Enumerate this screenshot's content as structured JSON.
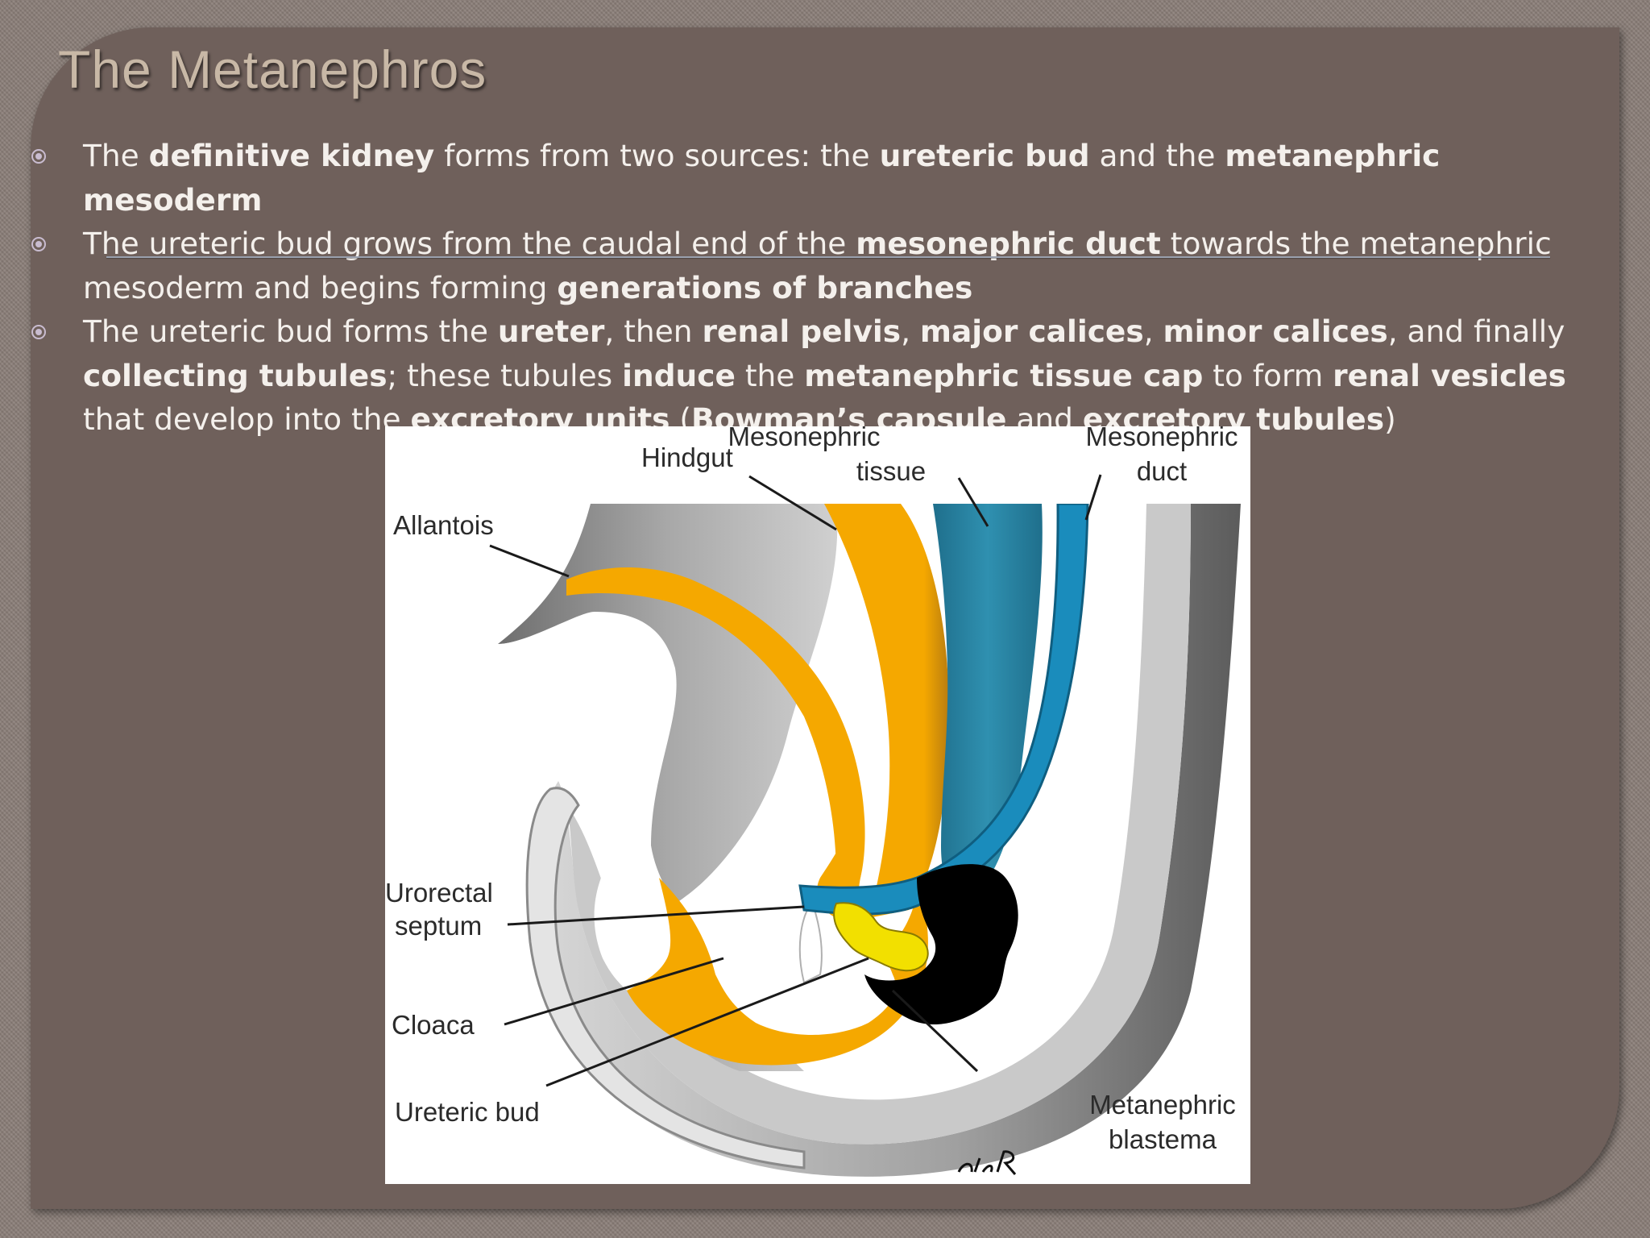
{
  "slide": {
    "title": "The Metanephros"
  },
  "bullets": [
    [
      {
        "t": "The ",
        "b": false
      },
      {
        "t": "definitive kidney",
        "b": true
      },
      {
        "t": " forms from two sources: the ",
        "b": false
      },
      {
        "t": "ureteric bud",
        "b": true
      },
      {
        "t": " and the ",
        "b": false
      },
      {
        "t": "metanephric mesoderm",
        "b": true
      }
    ],
    [
      {
        "t": "The ureteric bud grows from the caudal end of the ",
        "b": false
      },
      {
        "t": "mesonephric duct",
        "b": true
      },
      {
        "t": " towards the metanephric mesoderm and begins forming ",
        "b": false
      },
      {
        "t": "generations of branches",
        "b": true
      }
    ],
    [
      {
        "t": "The ureteric bud forms the ",
        "b": false
      },
      {
        "t": "ureter",
        "b": true
      },
      {
        "t": ", then ",
        "b": false
      },
      {
        "t": "renal pelvis",
        "b": true
      },
      {
        "t": ", ",
        "b": false
      },
      {
        "t": "major calices",
        "b": true
      },
      {
        "t": ", ",
        "b": false
      },
      {
        "t": "minor calices",
        "b": true
      },
      {
        "t": ", and finally ",
        "b": false
      },
      {
        "t": "collecting tubules",
        "b": true
      },
      {
        "t": "; these tubules ",
        "b": false
      },
      {
        "t": "induce",
        "b": true
      },
      {
        "t": " the ",
        "b": false
      },
      {
        "t": "metanephric tissue cap",
        "b": true
      },
      {
        "t": " to form ",
        "b": false
      },
      {
        "t": "renal vesicles",
        "b": true
      },
      {
        "t": " that develop into the ",
        "b": false
      },
      {
        "t": "excretory units",
        "b": true
      },
      {
        "t": " (",
        "b": false
      },
      {
        "t": "Bowman’s capsule",
        "b": true
      },
      {
        "t": " and ",
        "b": false
      },
      {
        "t": "excretory tubules",
        "b": true
      },
      {
        "t": ")",
        "b": false
      }
    ]
  ],
  "figure": {
    "labels": {
      "hindgut": "Hindgut",
      "mesonephric_tissue_1": "Mesonephric",
      "mesonephric_tissue_2": "tissue",
      "mesonephric_duct_1": "Mesonephric",
      "mesonephric_duct_2": "duct",
      "allantois": "Allantois",
      "urorectal_septum_1": "Urorectal",
      "urorectal_septum_2": "septum",
      "cloaca": "Cloaca",
      "ureteric_bud": "Ureteric bud",
      "metanephric_blastema_1": "Metanephric",
      "metanephric_blastema_2": "blastema"
    },
    "colors": {
      "orange": "#f5a800",
      "blue": "#1a8cbc",
      "teal": "#2a7f9e",
      "yellow": "#f2e000",
      "dark_gray": "#8a8a8a",
      "light_gray": "#d4d4d4",
      "black": "#000000"
    }
  }
}
